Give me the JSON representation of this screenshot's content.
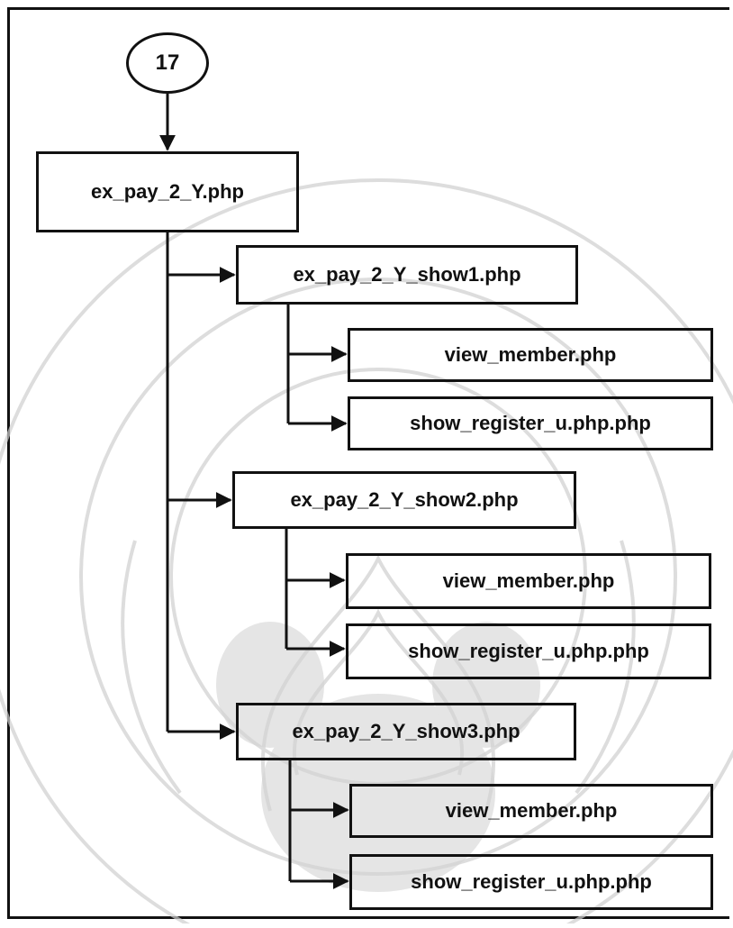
{
  "connector": {
    "label": "17"
  },
  "root": {
    "label": "ex_pay_2_Y.php"
  },
  "groups": [
    {
      "label": "ex_pay_2_Y_show1.php",
      "children": [
        "view_member.php",
        "show_register_u.php.php"
      ]
    },
    {
      "label": "ex_pay_2_Y_show2.php",
      "children": [
        "view_member.php",
        "show_register_u.php.php"
      ]
    },
    {
      "label": "ex_pay_2_Y_show3.php",
      "children": [
        "view_member.php",
        "show_register_u.php.php"
      ]
    }
  ]
}
